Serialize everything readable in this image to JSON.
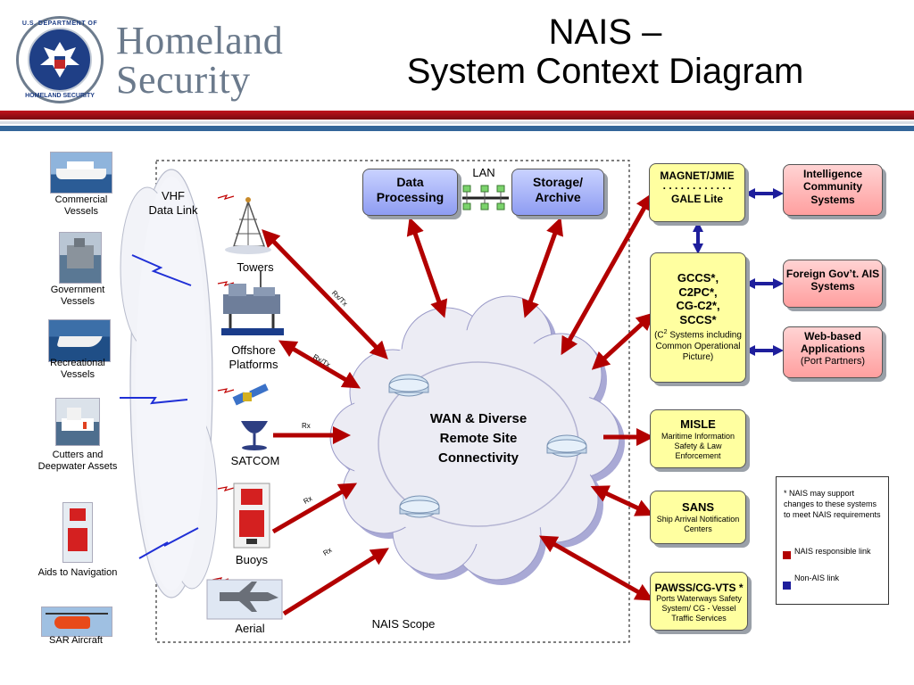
{
  "title": {
    "line1": "NAIS –",
    "line2": "System Context Diagram"
  },
  "branding": {
    "line1": "Homeland",
    "line2": "Security",
    "seal_top": "U.S. DEPARTMENT OF",
    "seal_bottom": "HOMELAND SECURITY"
  },
  "colors": {
    "red_link": "#b20000",
    "blue_link": "#1e1e9c",
    "title_stripe": "#9b0d14",
    "accent_stripe": "#336699",
    "cloud_fill": "#ececf4",
    "cloud_shadow": "#6464b4",
    "yellow_box": "#ffffa0",
    "pink_box": "#ff9f9f",
    "blue_box": "#8e9cf2"
  },
  "left_sources": [
    {
      "label": "Commercial Vessels",
      "icon": "cruise-ship-photo"
    },
    {
      "label": "Government Vessels",
      "icon": "navy-ship-photo"
    },
    {
      "label": "Recreational Vessels",
      "icon": "yacht-photo"
    },
    {
      "label": "Cutters and Deepwater Assets",
      "icon": "cutter-photo"
    },
    {
      "label": "Aids to Navigation",
      "icon": "buoy-photo"
    },
    {
      "label": "SAR Aircraft",
      "icon": "helicopter-photo"
    }
  ],
  "vhf_cloud": {
    "label": "VHF Data Link"
  },
  "inputs": [
    {
      "label": "Towers",
      "icon": "radio-tower-icon"
    },
    {
      "label": "Offshore Platforms",
      "icon": "oil-platform-icon"
    },
    {
      "label": "SATCOM",
      "icon": "satellite-dish-icon"
    },
    {
      "label": "Buoys",
      "icon": "buoy-icon"
    },
    {
      "label": "Aerial",
      "icon": "uav-aircraft-icon"
    }
  ],
  "link_labels": {
    "towers": "Rx/Tx",
    "platforms": "Rx/Tx",
    "satcom": "Rx",
    "buoys": "Rx",
    "aerial": "Rx"
  },
  "lan": {
    "label": "LAN"
  },
  "data_processing": {
    "label": "Data Processing"
  },
  "storage": {
    "label": "Storage/ Archive"
  },
  "wan": {
    "label": "WAN & Diverse Remote Site Connectivity"
  },
  "scope_label": "NAIS Scope",
  "magnet": {
    "line1": "MAGNET/JMIE",
    "dots": ". . . . . . . . . . . .",
    "line2": "GALE Lite"
  },
  "gccs": {
    "line1": "GCCS*,",
    "line2": "C2PC*,",
    "line3": "CG-C2*,",
    "line4": "SCCS*",
    "detail_pre": "(C",
    "detail_sup": "2",
    "detail_post": " Systems including Common Operational Picture)"
  },
  "misle": {
    "title": "MISLE",
    "detail": "Maritime Information Safety & Law Enforcement"
  },
  "sans": {
    "title": "SANS",
    "detail": "Ship Arrival Notification Centers"
  },
  "pawss": {
    "title": "PAWSS/CG-VTS *",
    "detail": "Ports Waterways Safety System/ CG - Vessel Traffic Services"
  },
  "intel": {
    "label": "Intelligence Community Systems"
  },
  "foreign": {
    "label": "Foreign Gov’t. AIS Systems"
  },
  "web": {
    "title": "Web-based Applications",
    "detail": "(Port Partners)"
  },
  "legend": {
    "note_star": "*",
    "note": "NAIS may support changes to these systems to meet NAIS requirements",
    "red_label": "NAIS responsible link",
    "blue_label": "Non-AIS link"
  }
}
